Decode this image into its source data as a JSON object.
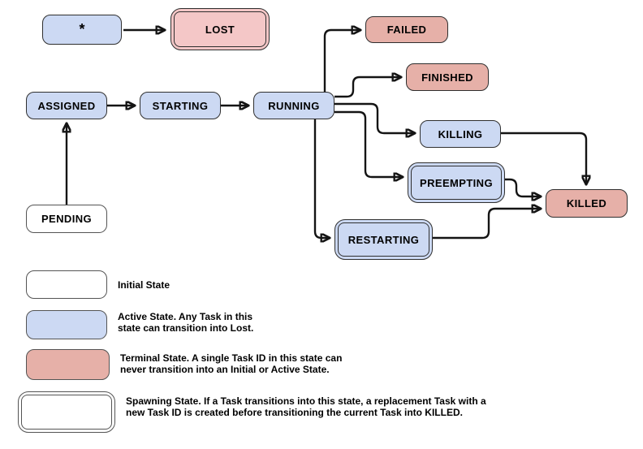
{
  "colors": {
    "active_fill": "#ccd9f3",
    "terminal_fill": "#e6b0a8",
    "lost_fill": "#f4c7c7",
    "initial_fill": "#ffffff",
    "node_border": "#2f2f2f",
    "muted_border": "#545454",
    "arrow": "#141414",
    "text": "#000000"
  },
  "diagram": {
    "nodes": {
      "star": {
        "label": "*",
        "type": "active"
      },
      "lost": {
        "label": "LOST",
        "type": "terminal-spawning"
      },
      "assigned": {
        "label": "ASSIGNED",
        "type": "active"
      },
      "starting": {
        "label": "STARTING",
        "type": "active"
      },
      "running": {
        "label": "RUNNING",
        "type": "active"
      },
      "pending": {
        "label": "PENDING",
        "type": "initial"
      },
      "failed": {
        "label": "FAILED",
        "type": "terminal"
      },
      "finished": {
        "label": "FINISHED",
        "type": "terminal"
      },
      "killing": {
        "label": "KILLING",
        "type": "active"
      },
      "preempting": {
        "label": "PREEMPTING",
        "type": "active-spawning"
      },
      "restarting": {
        "label": "RESTARTING",
        "type": "active-spawning"
      },
      "killed": {
        "label": "KILLED",
        "type": "terminal"
      }
    },
    "edges": [
      {
        "from": "*",
        "to": "LOST"
      },
      {
        "from": "PENDING",
        "to": "ASSIGNED"
      },
      {
        "from": "ASSIGNED",
        "to": "STARTING"
      },
      {
        "from": "STARTING",
        "to": "RUNNING"
      },
      {
        "from": "RUNNING",
        "to": "FAILED"
      },
      {
        "from": "RUNNING",
        "to": "FINISHED"
      },
      {
        "from": "RUNNING",
        "to": "KILLING"
      },
      {
        "from": "RUNNING",
        "to": "PREEMPTING"
      },
      {
        "from": "RUNNING",
        "to": "RESTARTING"
      },
      {
        "from": "KILLING",
        "to": "KILLED"
      },
      {
        "from": "PREEMPTING",
        "to": "KILLED"
      },
      {
        "from": "RESTARTING",
        "to": "KILLED"
      }
    ]
  },
  "legend": {
    "initial": {
      "text": "Initial State"
    },
    "active": {
      "text": "Active State. Any Task in this\nstate can transition into Lost."
    },
    "terminal": {
      "text": "Terminal State. A single Task ID in this state can\nnever transition into an Initial or Active State."
    },
    "spawning": {
      "text": "Spawning State. If a Task transitions into this state, a replacement Task with a\nnew Task ID is created before transitioning the current Task into KILLED."
    }
  }
}
